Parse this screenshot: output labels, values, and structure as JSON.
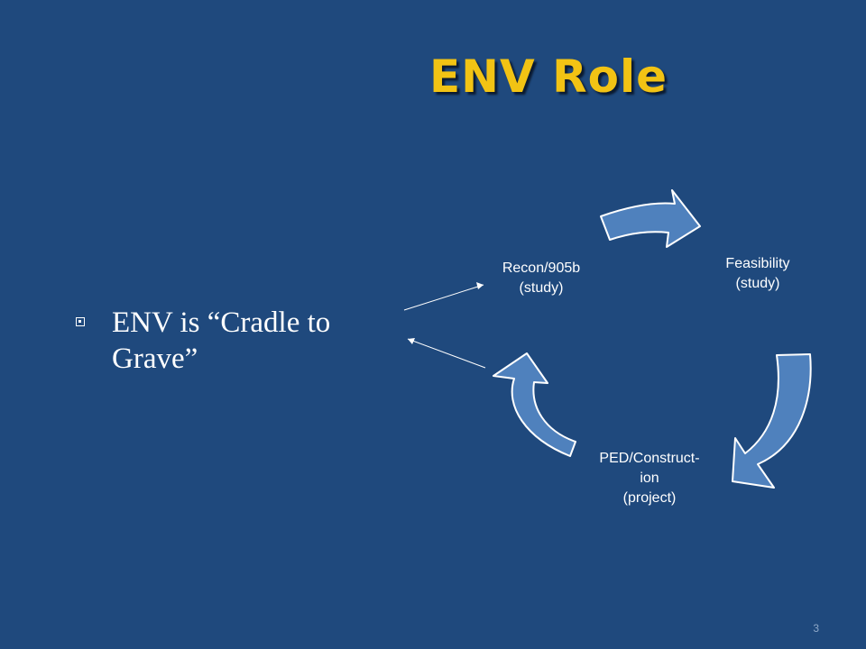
{
  "slide": {
    "title": "ENV Role",
    "bullet": "ENV is “Cradle to Grave”",
    "page_number": "3"
  },
  "diagram": {
    "nodes": [
      {
        "id": "recon",
        "label_line1": "Recon/905b",
        "label_line2": "(study)"
      },
      {
        "id": "feasibility",
        "label_line1": "Feasibility",
        "label_line2": "(study)"
      },
      {
        "id": "ped",
        "label_line1": "PED/Construct-",
        "label_line2": "ion",
        "label_line3": "(project)"
      }
    ]
  },
  "colors": {
    "background": "#1f497d",
    "title": "#f2c314",
    "arrow_fill": "#4f81bd",
    "arrow_stroke": "#ffffff"
  }
}
